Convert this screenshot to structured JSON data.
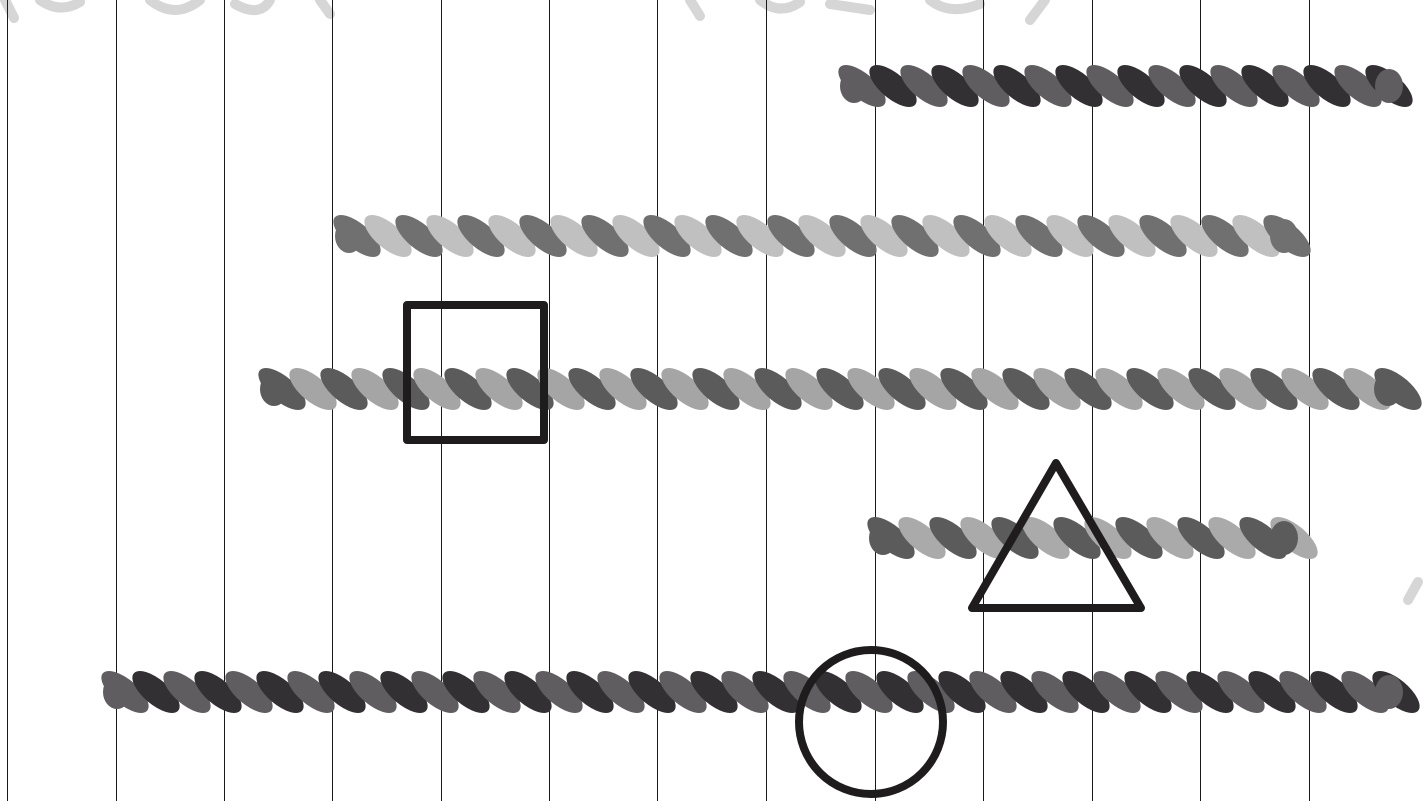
{
  "game": {
    "grid": {
      "columns": 13,
      "line_color": "#1a1a1a"
    },
    "ropes": [
      {
        "id": "rope-1",
        "colors": {
          "a": "#5f5d60",
          "b": "#333033"
        }
      },
      {
        "id": "rope-2",
        "colors": {
          "a": "#707070",
          "b": "#c0c0c0"
        }
      },
      {
        "id": "rope-3",
        "colors": {
          "a": "#5b5b5b",
          "b": "#a5a5a5"
        }
      },
      {
        "id": "rope-4",
        "colors": {
          "a": "#5b5b5b",
          "b": "#aaaaaa"
        }
      },
      {
        "id": "rope-5",
        "colors": {
          "a": "#5f5d60",
          "b": "#333033"
        }
      }
    ],
    "shapes": [
      {
        "id": "square-marker",
        "type": "square",
        "stroke": "#1e1c1c"
      },
      {
        "id": "triangle-marker",
        "type": "triangle",
        "stroke": "#1e1c1c"
      },
      {
        "id": "circle-marker",
        "type": "circle",
        "stroke": "#1e1c1c"
      }
    ],
    "watermark_color": "#d6d6d6"
  }
}
